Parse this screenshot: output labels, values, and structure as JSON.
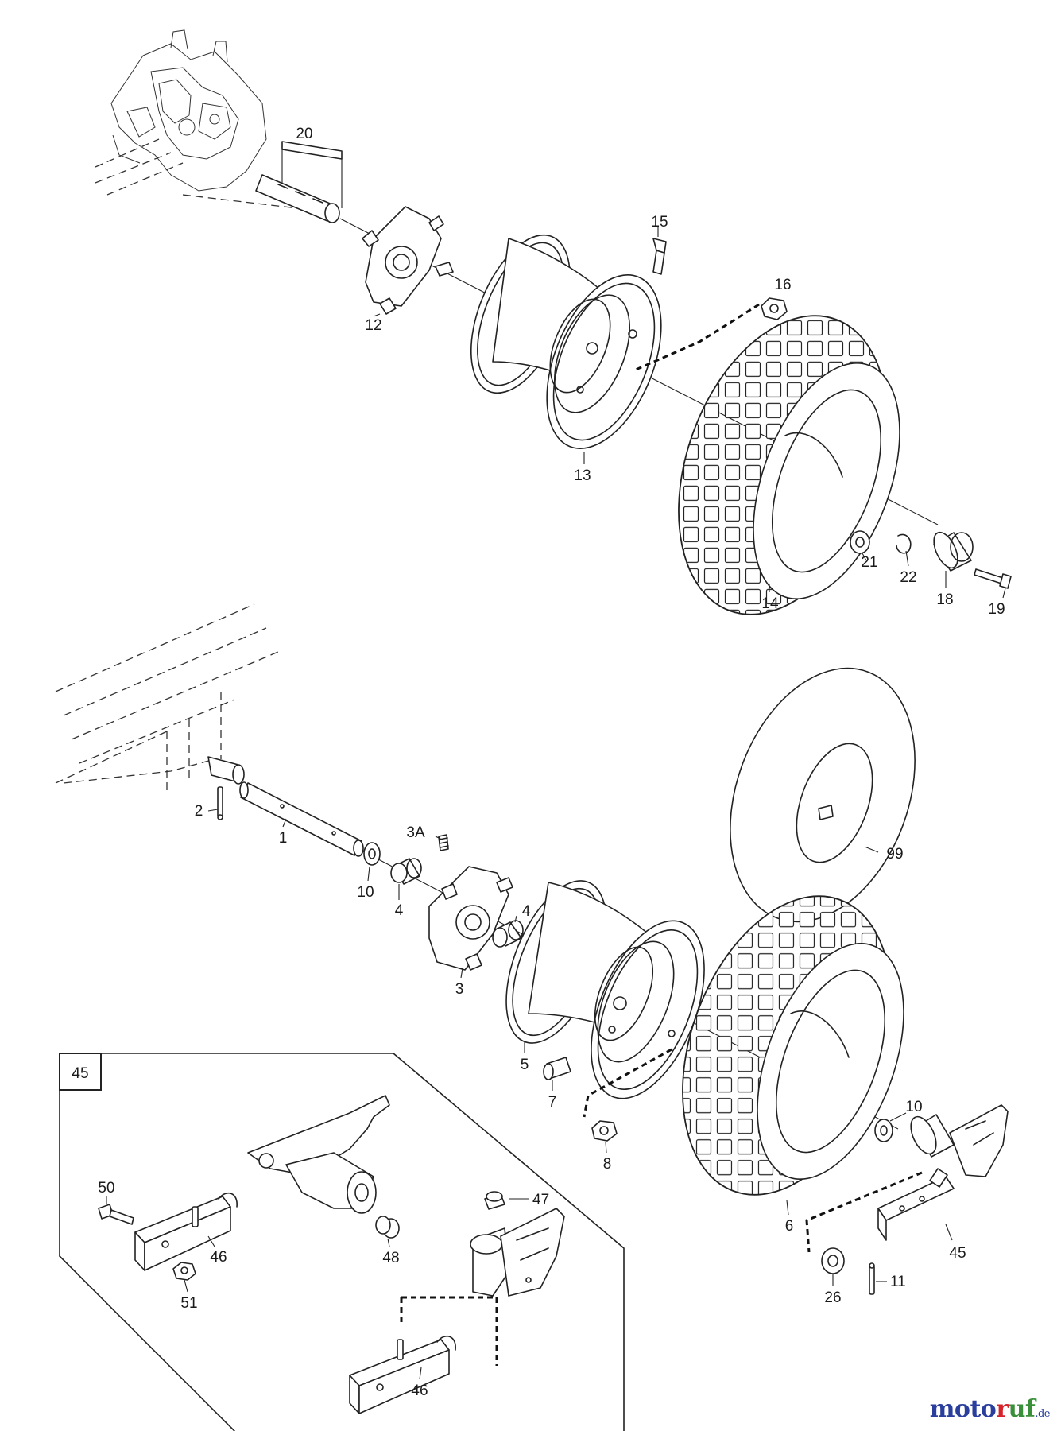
{
  "callouts": {
    "c20": "20",
    "c15": "15",
    "c16": "16",
    "c12": "12",
    "c13": "13",
    "c14": "14",
    "c21": "21",
    "c22": "22",
    "c18": "18",
    "c19": "19",
    "c2": "2",
    "c1": "1",
    "c3A": "3A",
    "c10a": "10",
    "c4a": "4",
    "c4b": "4",
    "c3": "3",
    "c99": "99",
    "c5": "5",
    "c7": "7",
    "c8": "8",
    "c10b": "10",
    "c6": "6",
    "c45": "45",
    "c26": "26",
    "c11": "11",
    "inset_label": "45",
    "c50": "50",
    "c46a": "46",
    "c48": "48",
    "c47": "47",
    "c51": "51",
    "c46b": "46"
  },
  "watermark": {
    "m1": "moto",
    "m2": "r",
    "m3": "uf",
    "tld": ".de"
  }
}
